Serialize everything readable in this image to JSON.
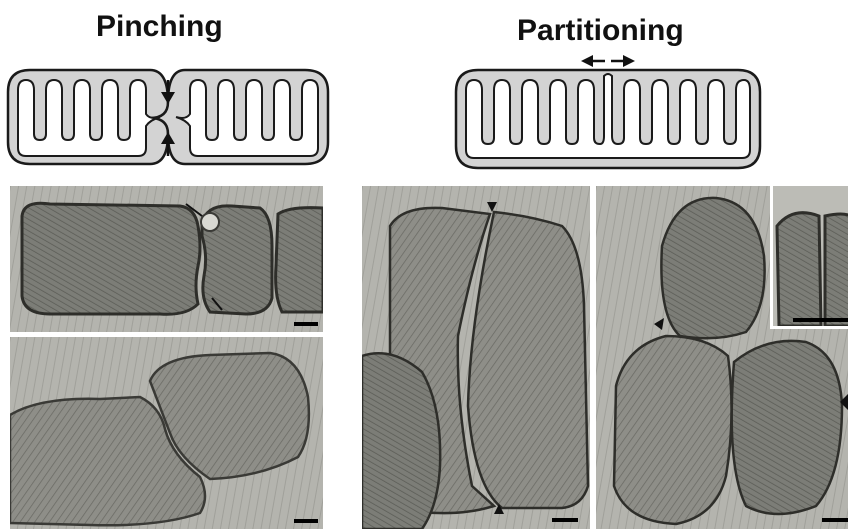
{
  "left_title": "Pinching",
  "right_title": "Partitioning",
  "colors": {
    "matrix_fill": "#d3d3d3",
    "membrane": "#1a1a1a",
    "micrograph_base": "#9a9a94",
    "mito_tint": "#6f706a"
  },
  "icons": {
    "pinch_arrows": "arrow-down-up-pair",
    "partition_arrows": "arrow-left-right-pair",
    "em_arrowhead": "triangle-arrowhead"
  }
}
